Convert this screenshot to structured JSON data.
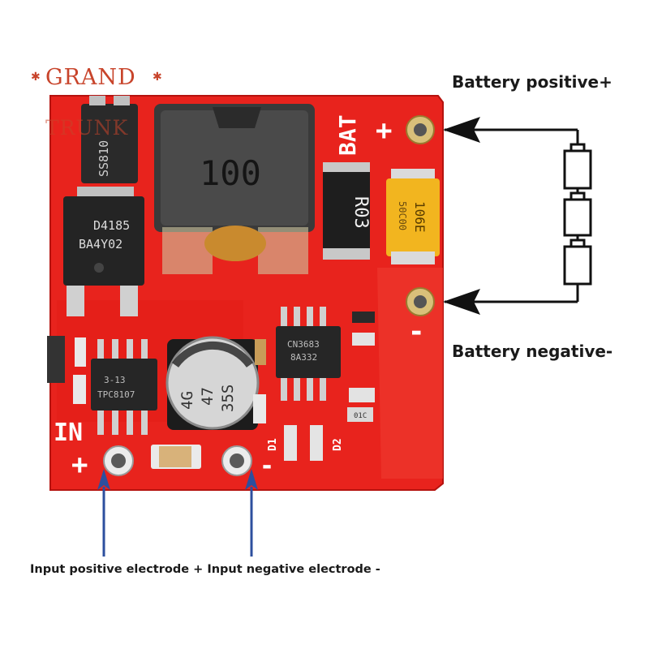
{
  "brand": {
    "line1": "GRAND",
    "line2": "TRUNK"
  },
  "labels": {
    "battery_positive": "Battery positive+",
    "battery_negative": "Battery negative-",
    "input": "Input positive electrode + Input negative electrode -"
  },
  "board": {
    "pad_bat": "BAT",
    "pad_plus": "+",
    "pad_minus": "-",
    "pad_in": "IN",
    "inductor": "100",
    "mosfet_line1": "D4185",
    "mosfet_line2": "BA4Y02",
    "diode_sch": "SS810",
    "resistor": "R03",
    "tantalum_line1": "106E",
    "tantalum_line2": "50C00",
    "ic_left_line1": "TPC8107",
    "ic_left_line2": "3-13",
    "ic_right_line1": "CN3683",
    "ic_right_line2": "8A332",
    "cap_line1": "4G",
    "cap_line2": "47",
    "cap_line3": "35S",
    "d1": "D1",
    "d2": "D2",
    "small_code": "01C"
  },
  "colors": {
    "pcb": "#e8231d",
    "arrow_black": "#111111",
    "arrow_blue": "#2d4f9e",
    "logo": "#c8442b"
  }
}
